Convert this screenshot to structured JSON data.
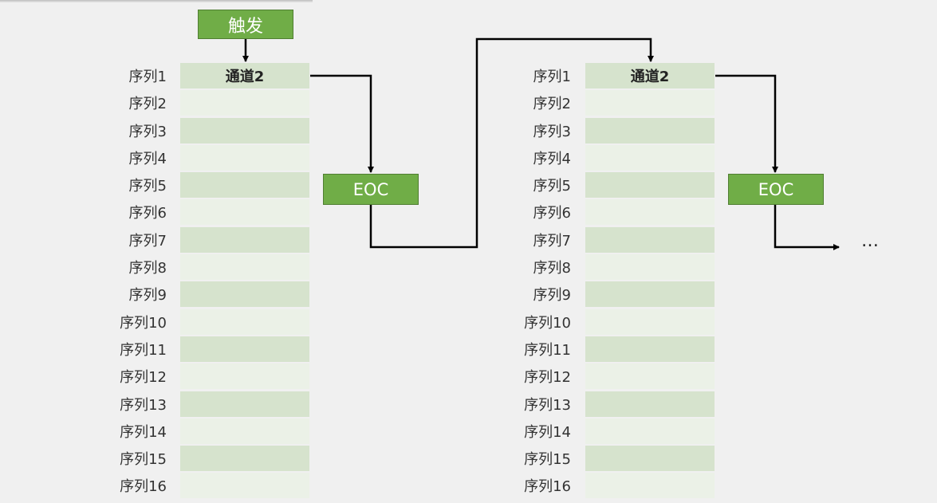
{
  "trigger_label": "触发",
  "eoc_label": "EOC",
  "ellipsis": "…",
  "tables": [
    {
      "first_cell": "通道2"
    },
    {
      "first_cell": "通道2"
    }
  ],
  "rows": [
    "序列1",
    "序列2",
    "序列3",
    "序列4",
    "序列5",
    "序列6",
    "序列7",
    "序列8",
    "序列9",
    "序列10",
    "序列11",
    "序列12",
    "序列13",
    "序列14",
    "序列15",
    "序列16"
  ],
  "colors": {
    "green": "#70ad47",
    "cell_dark": "#d6e3cd",
    "cell_light": "#ebf1e7",
    "background": "#f0f0f0"
  }
}
